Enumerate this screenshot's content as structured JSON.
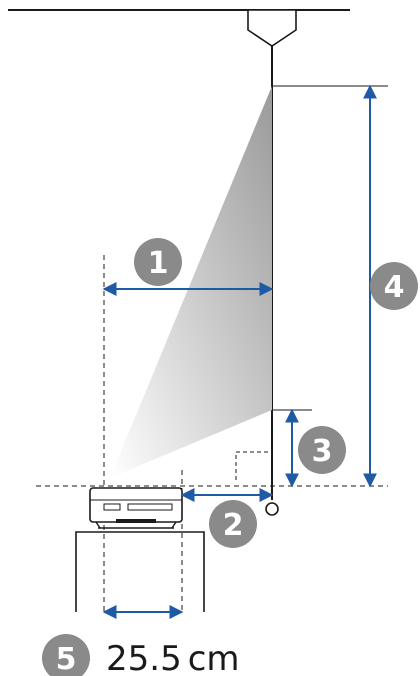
{
  "callouts": {
    "c1": "1",
    "c2": "2",
    "c3": "3",
    "c4": "4",
    "c5": "5"
  },
  "measurement": {
    "value": "25.5",
    "unit": "cm"
  },
  "colors": {
    "arrow": "#1f5aa6",
    "callout_fill": "#8a8a8a",
    "line": "#1a1a1a",
    "beam_light": "#ffffff",
    "beam_dark": "#9a9a9a"
  }
}
